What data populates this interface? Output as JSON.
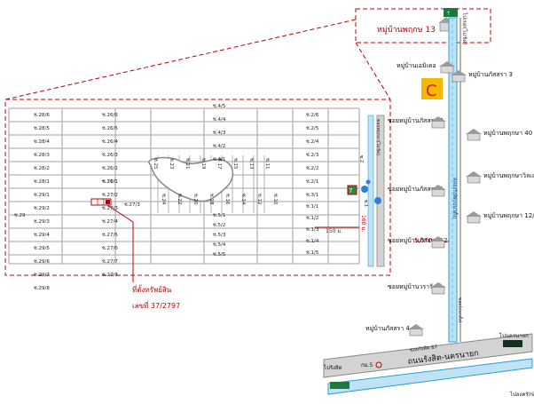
{
  "colors": {
    "accent_red": "#c00000",
    "road": "#b3b3b3",
    "canal": "#2f9ed8",
    "green_sign": "#1d7a3c",
    "sign_bg": "#12301f"
  },
  "header": {
    "village": "หมู่บ้านพฤกษ 13"
  },
  "property": {
    "label": "ที่ตั้งทรัพย์สิน",
    "deed": "เลขที่ 37/2797"
  },
  "main_road_label": "ถนนรังสิต-นครนายก",
  "north_road_label": "ไปเขต(ไม่ชัด)",
  "signs": {
    "to_nakhon_nayok": "ไปนครนายก",
    "to_rangsit": "ไปรังสิต",
    "to_ongkharak": "ไปองครักษ์",
    "km": "กม.5"
  },
  "measures": {
    "distance_main": "5,070 ม.",
    "d150": "150 ม.",
    "d160": "160 ม."
  },
  "canal_labels": {
    "klong_north": "คลองรังสิตประยูรศักดิ์",
    "soi_main": "ซอยรังสิต 67",
    "canal_vertical": "คลองรังสิต(แนวตั้ง)",
    "khlong_v": "ซอย(แนวตั้ง)"
  },
  "places": [
    {
      "name": "หมู่บ้านเอมิเดอ"
    },
    {
      "name": "หมู่บ้านภัสสรา 3"
    },
    {
      "name": "ซอยหมู่บ้านภัสสรา 2"
    },
    {
      "name": "หมู่บ้านพฤกษา 40"
    },
    {
      "name": "หมู่บ้านพฤกษาวิลเลจ 3"
    },
    {
      "name": "ซอยหมู่บ้านภัสสรา 1"
    },
    {
      "name": "หมู่บ้านพฤกษา 12/1"
    },
    {
      "name": "ซอยหมู่บ้านภัสสรา 12"
    },
    {
      "name": "ซอยหมู่บ้านวรารักษ์"
    },
    {
      "name": "หมู่บ้านภัสสรา 4"
    }
  ],
  "grid": {
    "main_road_vertical": "ซอยพฤกษา(ไม่ชัด)",
    "soi_2": "ซ.2",
    "soi_1": "ซ.1",
    "left_rows": [
      "ซ.28/6",
      "ซ.28/5",
      "ซ.28/4",
      "ซ.28/3",
      "ซ.28/2",
      "ซ.28/1",
      "ซ.29/1",
      "ซ.29/2",
      "ซ.29/3",
      "ซ.29/4",
      "ซ.29/5",
      "ซ.29/6",
      "ซ.29/7",
      "ซ.29/8"
    ],
    "mid_rows_top": [
      "ซ.26/6",
      "ซ.26/5",
      "ซ.26/4",
      "ซ.26/3",
      "ซ.26/2",
      "ซ.26/1"
    ],
    "mid_rows_bottom": [
      "ซ.27/1",
      "ซ.27/2",
      "ซ.27/3",
      "ซ.27/4",
      "ซ.27/5",
      "ซ.27/6",
      "ซ.27/7",
      "ซ.27/8"
    ],
    "right_rows_top": [
      "ซ.4/5",
      "ซ.4/4",
      "ซ.4/3",
      "ซ.4/2",
      "ซ.4/1"
    ],
    "right_rows_bottom": [
      "ซ.5/1",
      "ซ.5/2",
      "ซ.5/3",
      "ซ.5/4",
      "ซ.5/5"
    ],
    "far_right_top": [
      "ซ.2/6",
      "ซ.2/5",
      "ซ.2/4",
      "ซ.2/3",
      "ซ.2/2",
      "ซ.2/1"
    ],
    "far_right_bottom": [
      "ซ.3/1",
      "ซ.1/1",
      "ซ.1/2",
      "ซ.1/3",
      "ซ.1/4",
      "ซ.1/5"
    ],
    "vertical_sois": [
      "ซ.25",
      "ซ.24",
      "ซ.23",
      "ซ.22",
      "ซ.21",
      "ซ.20",
      "ซ.19",
      "ซ.18",
      "ซ.17",
      "ซ.16",
      "ซ.15",
      "ซ.14",
      "ซ.13",
      "ซ.12",
      "ซ.11",
      "ซ.10"
    ],
    "soi_29": "ซ.29",
    "soi_27_3": "ซ.27/3"
  }
}
